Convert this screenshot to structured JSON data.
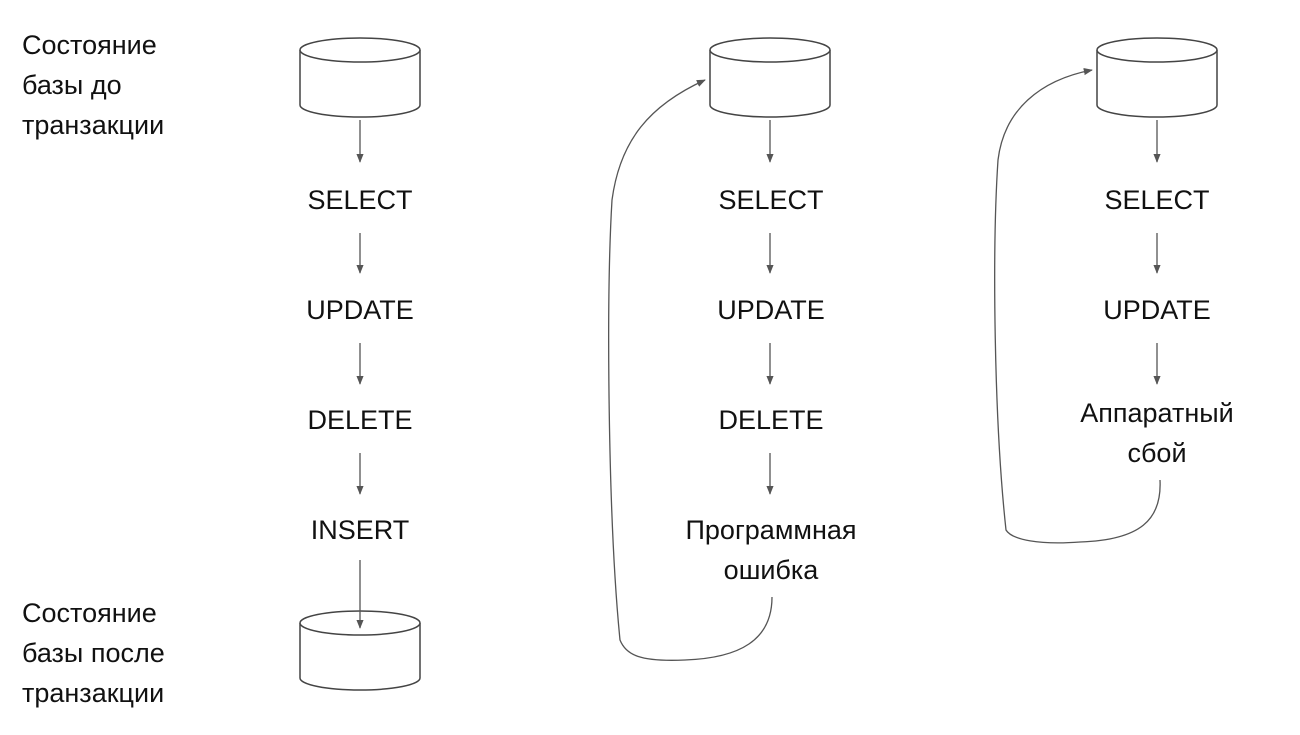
{
  "labels": {
    "before_line1": "Состояние",
    "before_line2": "базы до",
    "before_line3": "транзакции",
    "after_line1": "Состояние",
    "after_line2": "базы после",
    "after_line3": "транзакции"
  },
  "columns": [
    {
      "steps": [
        "SELECT",
        "UPDATE",
        "DELETE",
        "INSERT"
      ]
    },
    {
      "steps": [
        "SELECT",
        "UPDATE",
        "DELETE"
      ],
      "error_line1": "Программная",
      "error_line2": "ошибка"
    },
    {
      "steps": [
        "SELECT",
        "UPDATE"
      ],
      "error_line1": "Аппаратный",
      "error_line2": "сбой"
    }
  ],
  "colors": {
    "line": "#555555",
    "text": "#111111"
  }
}
